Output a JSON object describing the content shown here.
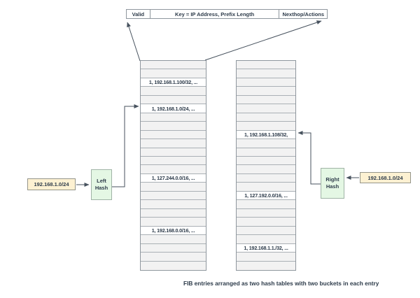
{
  "caption": "FIB entries arranged as two hash tables with two buckets in each entry",
  "entry_header": {
    "valid": "Valid",
    "key": "Key = IP Address, Prefix Length",
    "nexthop": "Nexthop/Actions"
  },
  "left_input": {
    "value": "192.168.1.0/24"
  },
  "right_input": {
    "value": "192.168.1.0/24"
  },
  "left_hash": {
    "label": "Left Hash"
  },
  "right_hash": {
    "label": "Right Hash"
  },
  "left_table": {
    "row_count": 24,
    "entries": [
      {
        "row": 3,
        "text": "1, 192.168.1.100/32, ..."
      },
      {
        "row": 6,
        "text": "1, 192.168.1.0/24, ..."
      },
      {
        "row": 14,
        "text": "1, 127.244.0.0/16, ..."
      },
      {
        "row": 20,
        "text": "1, 192.168.0.0/16, ..."
      }
    ]
  },
  "right_table": {
    "row_count": 24,
    "entries": [
      {
        "row": 9,
        "text": "1, 192.168.1.108/32,"
      },
      {
        "row": 16,
        "text": "1, 127.192.0.0/16, ..."
      },
      {
        "row": 22,
        "text": "1, 192.168.1.1./32, ..."
      }
    ]
  },
  "colors": {
    "key_box_fill": "#fdf1d2",
    "hash_box_fill": "#e4f7e4",
    "empty_row_fill": "#f2f2f2",
    "entry_row_fill": "#ffffff",
    "text": "#2d3b4a",
    "connector": "#47525e"
  }
}
